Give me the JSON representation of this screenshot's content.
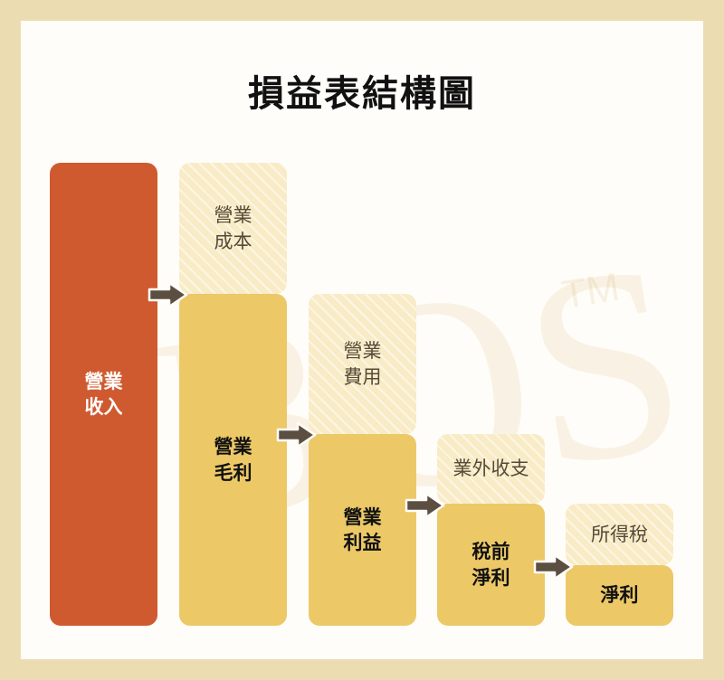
{
  "title": "損益表結構圖",
  "watermark": {
    "text": "BOS",
    "mark": "TM"
  },
  "blocks": {
    "revenue": "營業\n收入",
    "operating_cost": "營業\n成本",
    "gross_profit": "營業\n毛利",
    "operating_expense": "營業\n費用",
    "operating_income": "營業\n利益",
    "non_operating": "業外收支",
    "pretax_income": "稅前\n淨利",
    "income_tax": "所得稅",
    "net_income": "淨利"
  },
  "colors": {
    "frame": "#ecdcb1",
    "revenue": "#cf5a30",
    "solid": "#ecc867",
    "hatched": "#f8ebc6",
    "arrow": "#5b4f42"
  },
  "icons": {
    "flow_arrow": "right-arrow-icon"
  }
}
